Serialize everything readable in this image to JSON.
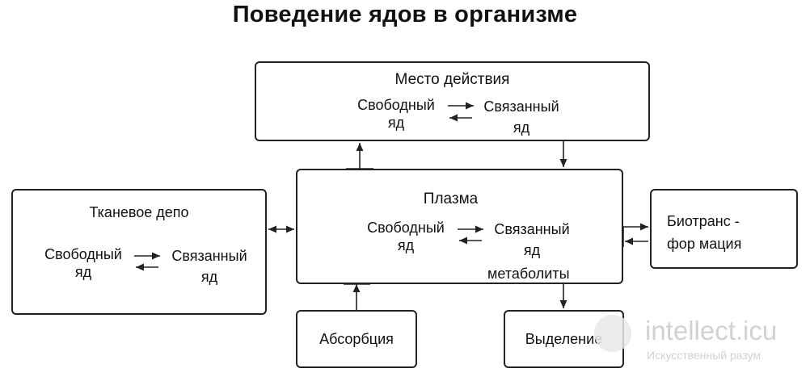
{
  "title": "Поведение ядов в организме",
  "site": {
    "boxes": {
      "title": "Место действия",
      "free_1": "Свободный",
      "free_2": "яд",
      "bound_1": "Связанный",
      "bound_2": "яд"
    }
  },
  "plasma": {
    "title": "Плазма",
    "free_1": "Свободный",
    "free_2": "яд",
    "bound_1": "Связанный",
    "bound_2": "яд",
    "metabolites": "метаболиты"
  },
  "depot": {
    "title": "Тканевое депо",
    "free_1": "Свободный",
    "free_2": "яд",
    "bound_1": "Связанный",
    "bound_2": "яд"
  },
  "biotrans": {
    "line_1": "Биотранс -",
    "line_2": "фор мация"
  },
  "absorption": {
    "label": "Абсорбция"
  },
  "excretion": {
    "label": "Выделение"
  },
  "watermark": {
    "brand": "intellect.icu",
    "tagline": "Искусственный разум"
  }
}
